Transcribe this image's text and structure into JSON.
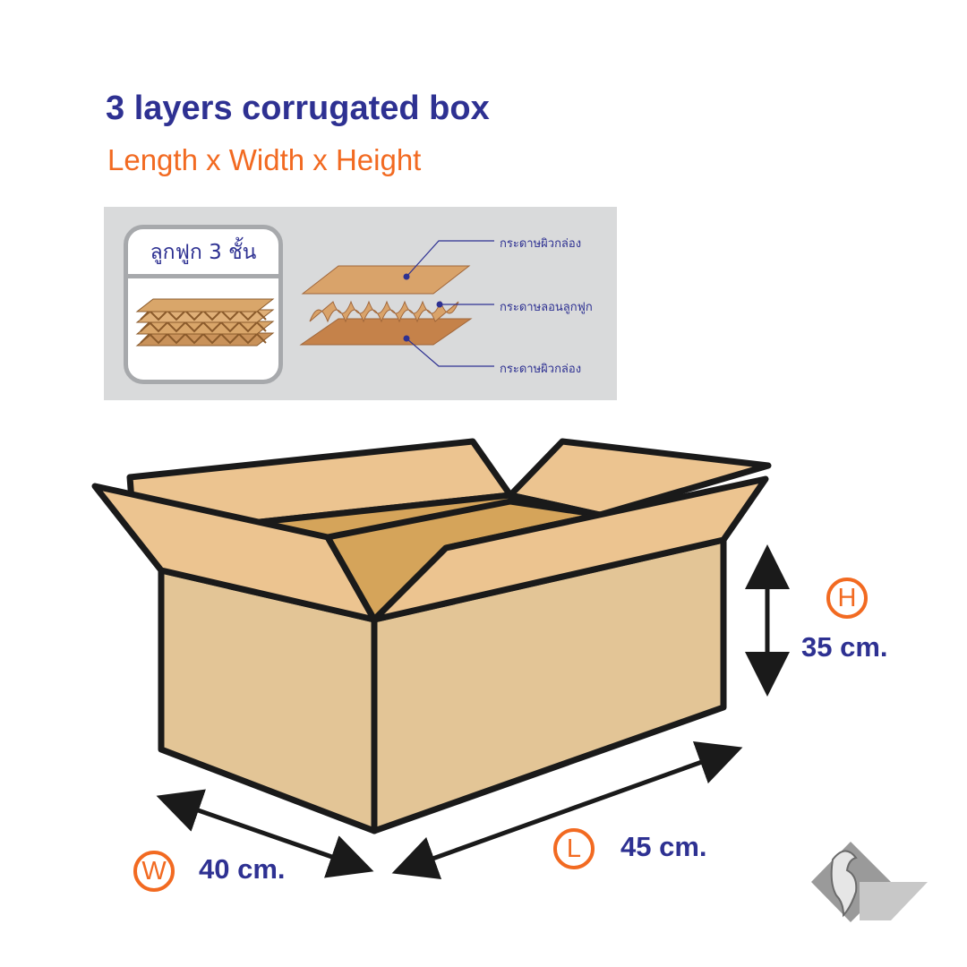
{
  "header": {
    "title": "3 layers corrugated box",
    "subtitle": "Length x Width x Height"
  },
  "layers_panel": {
    "card_title": "ลูกฟูก 3 ชั้น",
    "labels": {
      "top_liner": "กระดาษผิวกล่อง",
      "flute": "กระดาษลอนลูกฟูก",
      "bottom_liner": "กระดาษผิวกล่อง"
    }
  },
  "dimensions": {
    "height": {
      "letter": "H",
      "value": "35 cm."
    },
    "length": {
      "letter": "L",
      "value": "45 cm."
    },
    "width": {
      "letter": "W",
      "value": "40 cm."
    }
  },
  "colors": {
    "title": "#2e3192",
    "accent": "#f26a21",
    "box_face": "#e3c596",
    "box_flap": "#ecc490",
    "box_interior": "#d5a45a",
    "outline": "#1a1a1a",
    "panel_bg": "#d9dadb"
  },
  "icons": {
    "logo": "naga-logo-icon"
  }
}
